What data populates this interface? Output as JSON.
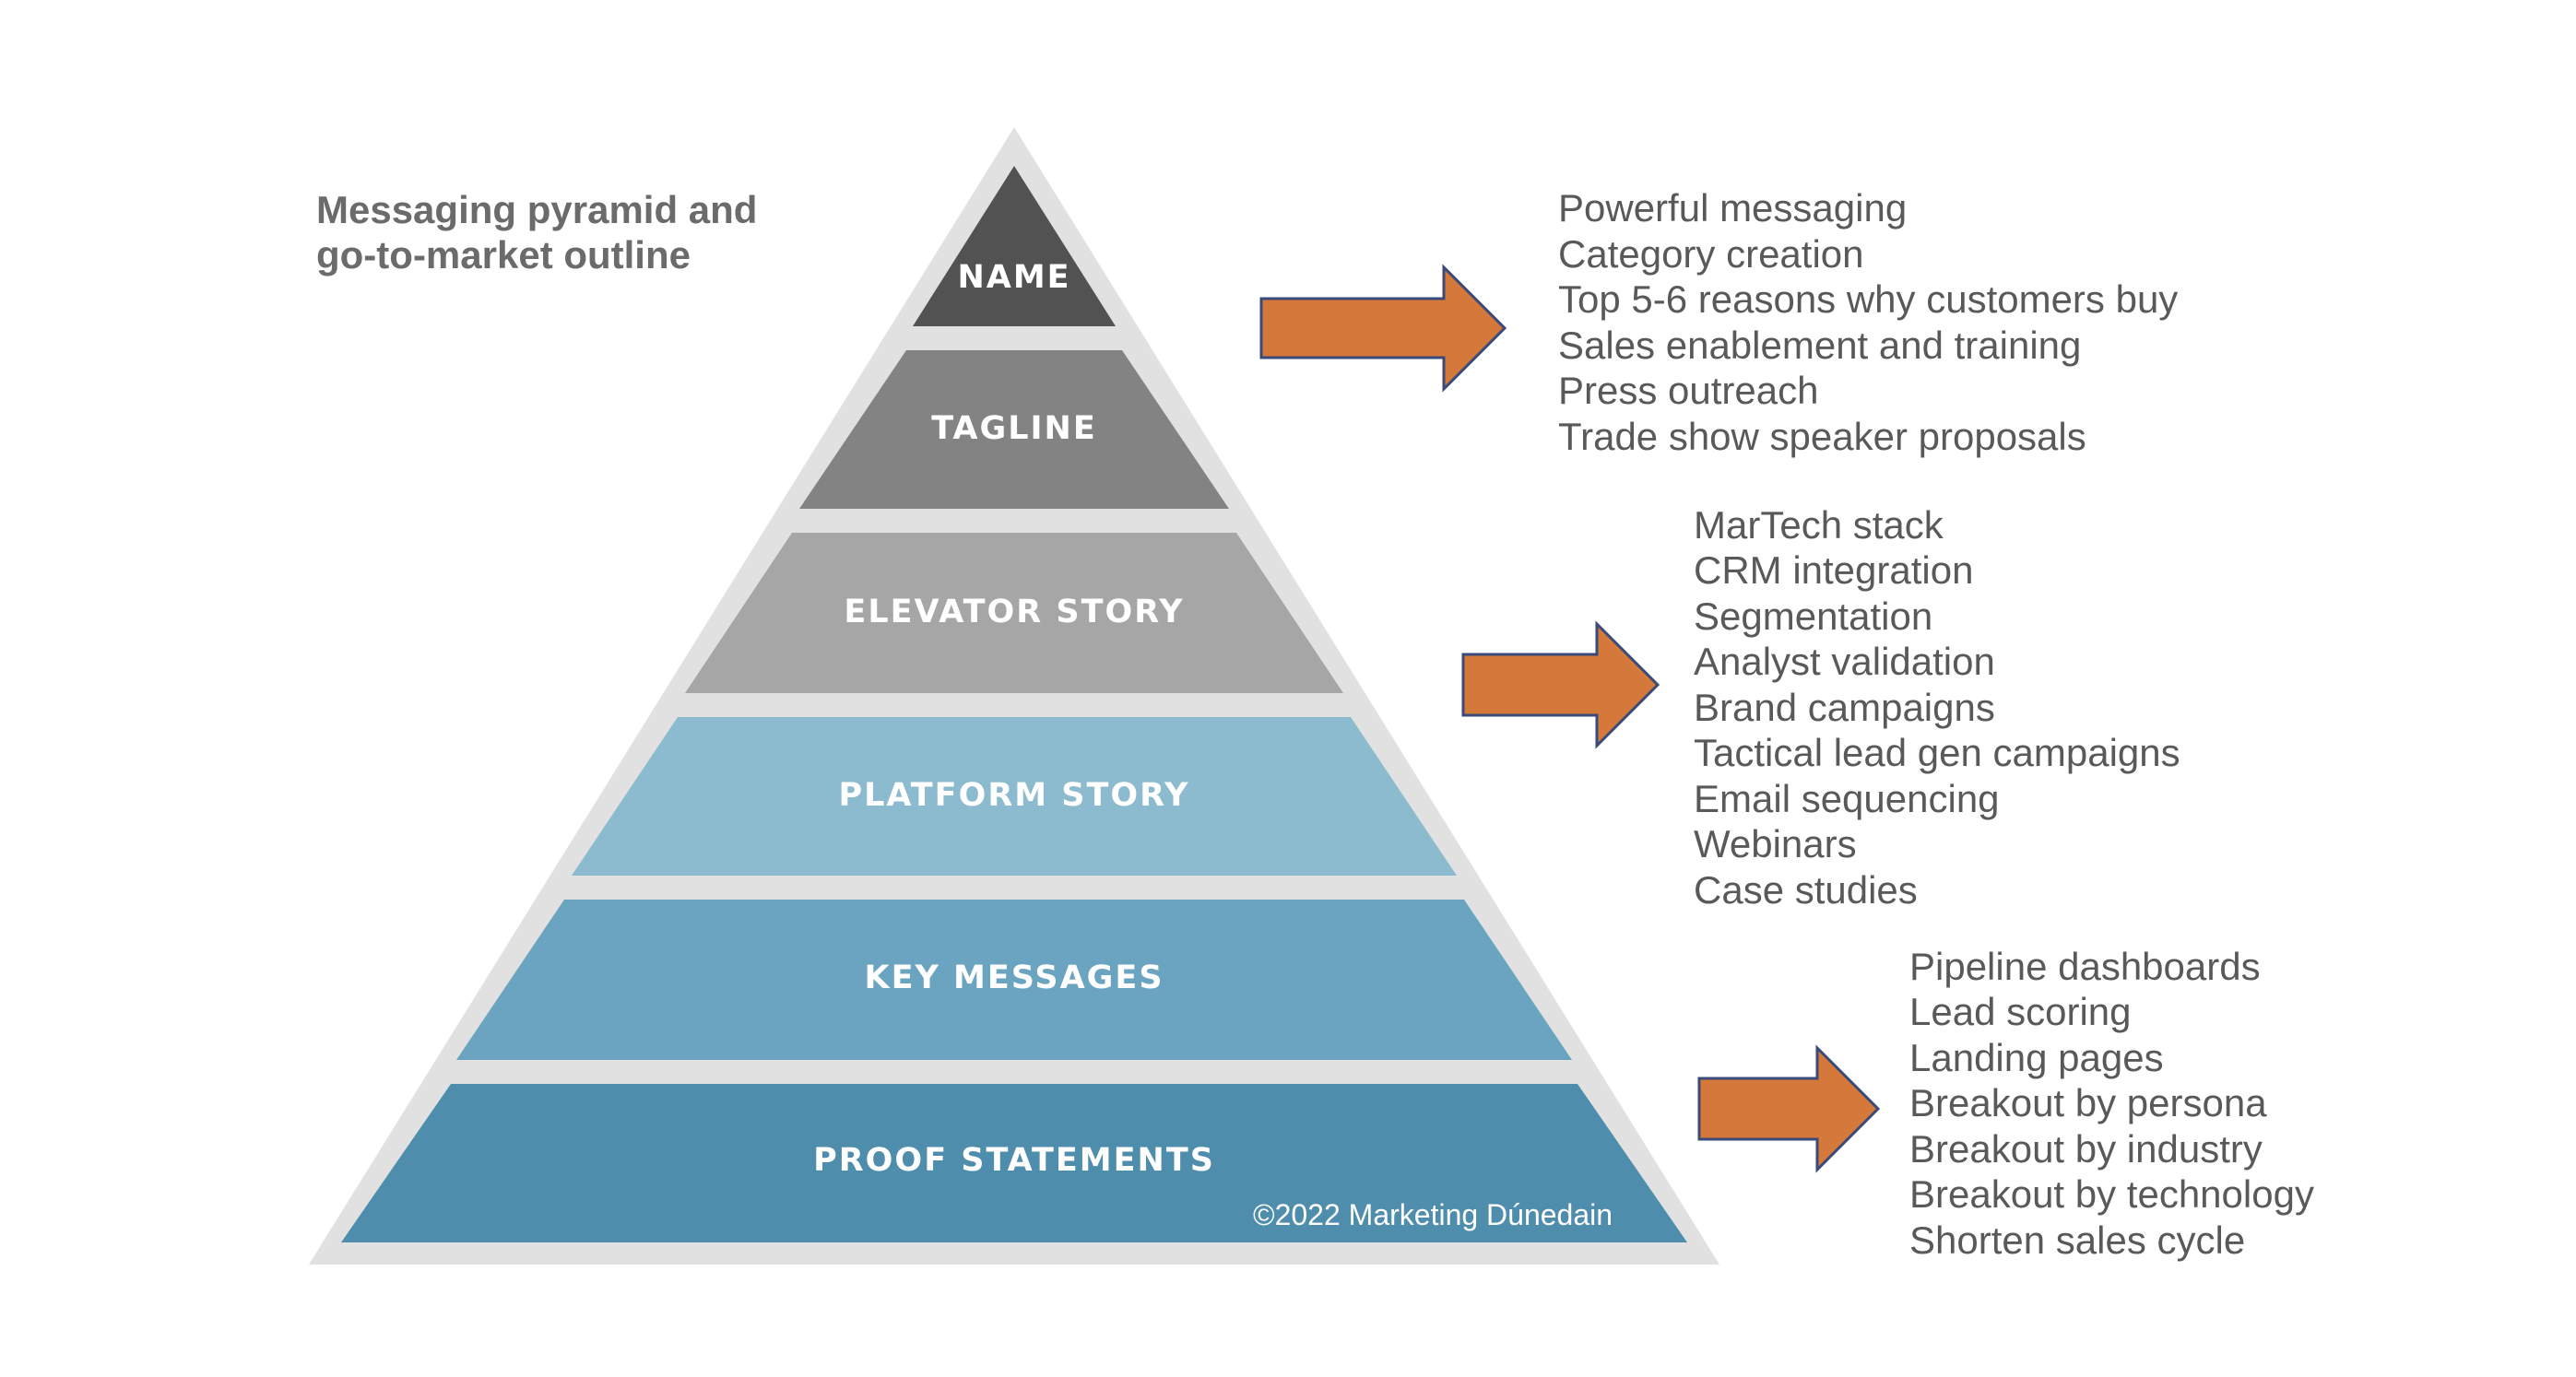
{
  "heading": {
    "line1": "Messaging pyramid and",
    "line2": "go-to-market outline"
  },
  "pyramid": {
    "tiers": [
      {
        "label": "NAME",
        "color": "#525252"
      },
      {
        "label": "TAGLINE",
        "color": "#838383"
      },
      {
        "label": "ELEVATOR STORY",
        "color": "#a6a6a6"
      },
      {
        "label": "PLATFORM STORY",
        "color": "#8cbacf"
      },
      {
        "label": "KEY MESSAGES",
        "color": "#6aa4c0"
      },
      {
        "label": "PROOF STATEMENTS",
        "color": "#4f8dad"
      }
    ],
    "outline_color": "#e1e1e1",
    "copyright": "©2022 Marketing Dúnedain"
  },
  "arrow_color": "#d4793a",
  "arrow_border": "#3a4a7a",
  "lists": [
    {
      "items": [
        "Powerful messaging",
        "Category creation",
        "Top 5-6 reasons why customers buy",
        "Sales enablement and training",
        "Press outreach",
        "Trade show speaker proposals"
      ]
    },
    {
      "items": [
        "MarTech stack",
        "CRM integration",
        "Segmentation",
        "Analyst validation",
        "Brand campaigns",
        "Tactical lead gen campaigns",
        "Email sequencing",
        "Webinars",
        "Case studies"
      ]
    },
    {
      "items": [
        "Pipeline dashboards",
        "Lead scoring",
        "Landing pages",
        "Breakout by persona",
        "Breakout by industry",
        "Breakout by technology",
        "Shorten sales cycle"
      ]
    }
  ]
}
